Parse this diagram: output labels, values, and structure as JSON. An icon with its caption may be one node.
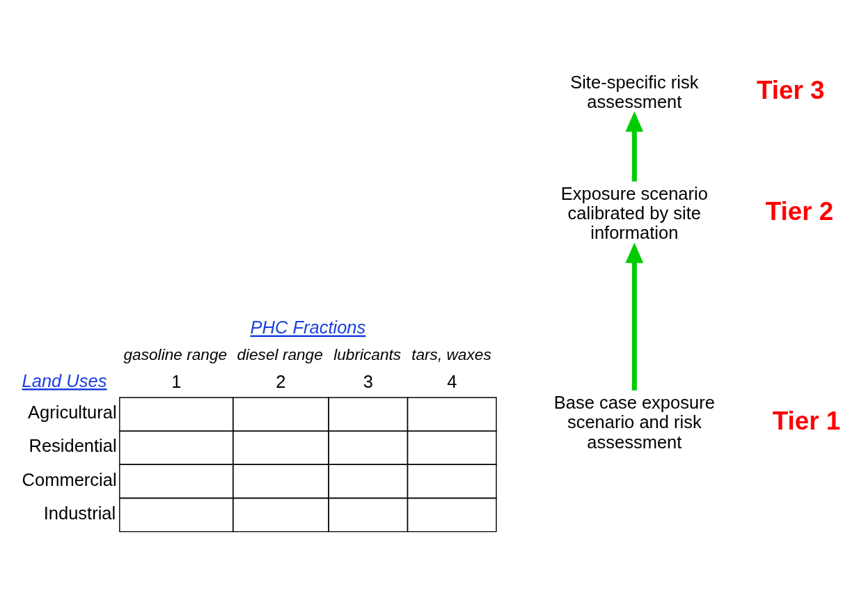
{
  "diagram": {
    "nodes": [
      {
        "text": [
          "Site-specific risk assessment"
        ],
        "beside": [
          "Tier 3"
        ]
      },
      {
        "text": [
          "Exposure scenario calibrated by site information"
        ],
        "beside": [
          "Tier 2"
        ]
      },
      {
        "text": [
          "Base case exposure scenario and risk assessment"
        ],
        "beside": [
          "Tier 1"
        ]
      }
    ],
    "edges": [
      {
        "from": 2,
        "to": 1,
        "arrow": "to"
      },
      {
        "from": 1,
        "to": 0,
        "arrow": "to"
      }
    ],
    "labels": [
      "PHC Fractions",
      "gasoline range",
      "diesel range",
      "lubricants",
      "tars, waxes",
      "Land Uses",
      "1",
      "2",
      "3",
      "4",
      "Agricultural",
      "Residential",
      "Commercial",
      "Industrial"
    ]
  }
}
